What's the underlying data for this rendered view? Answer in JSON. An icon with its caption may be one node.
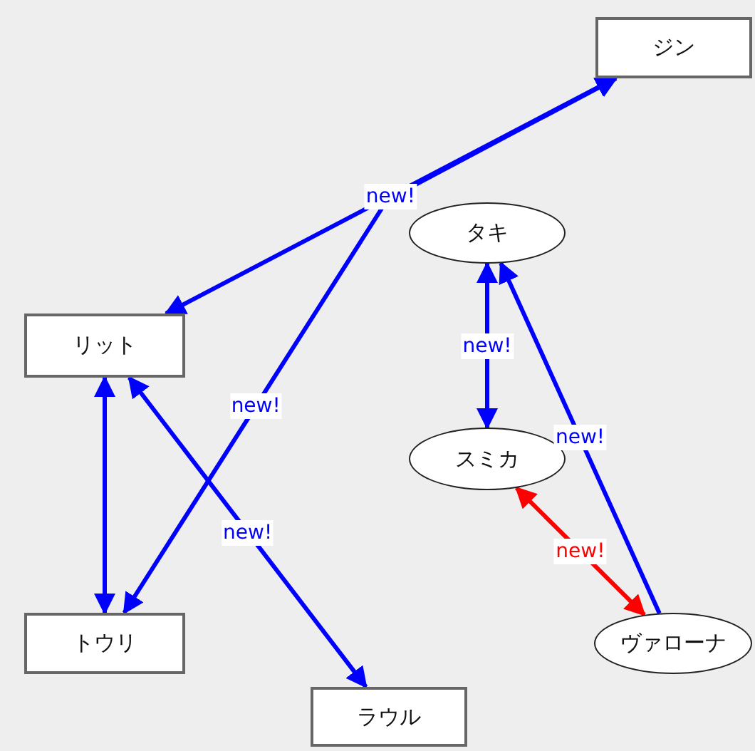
{
  "diagram": {
    "nodes": [
      {
        "text": [
          "ジン"
        ]
      },
      {
        "text": [
          "タキ"
        ]
      },
      {
        "text": [
          "リット"
        ]
      },
      {
        "text": [
          "スミカ"
        ]
      },
      {
        "text": [
          "トウリ"
        ]
      },
      {
        "text": [
          "ヴァローナ"
        ]
      },
      {
        "text": [
          "ラウル"
        ]
      }
    ],
    "edges": [
      {
        "from": 2,
        "to": 0,
        "arrow": "both",
        "label": "new!"
      },
      {
        "from": 4,
        "to": 0,
        "arrow": "both",
        "label": "new!"
      },
      {
        "from": 1,
        "to": 3,
        "arrow": "both",
        "label": "new!"
      },
      {
        "from": 5,
        "to": 1,
        "arrow": "to",
        "label": "new!"
      },
      {
        "from": 3,
        "to": 5,
        "arrow": "both",
        "label": "new!",
        "color": "#ff0000"
      },
      {
        "from": 2,
        "to": 4,
        "arrow": "both"
      },
      {
        "from": 2,
        "to": 6,
        "arrow": "both",
        "label": "new!"
      }
    ]
  }
}
